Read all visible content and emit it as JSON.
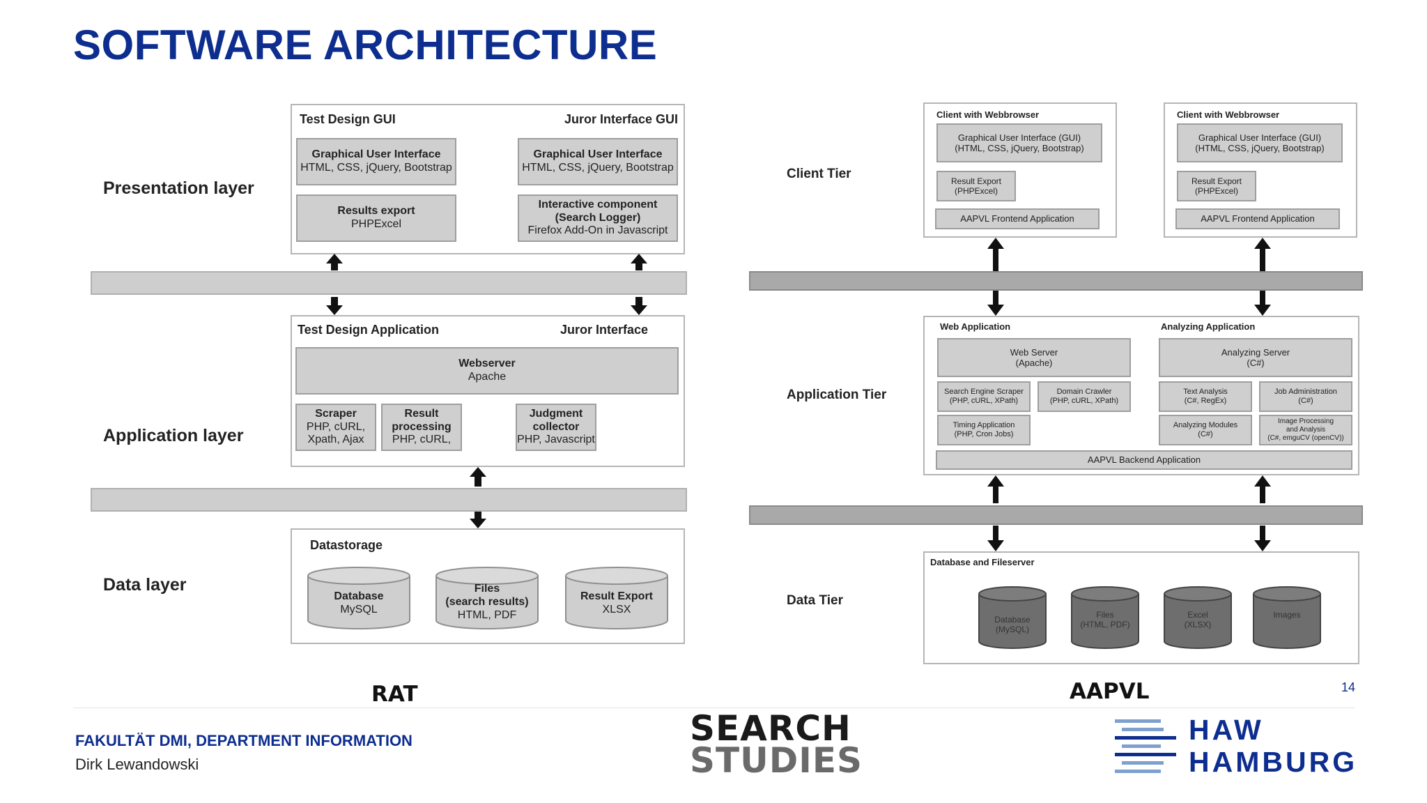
{
  "title": "SOFTWARE ARCHITECTURE",
  "rat": {
    "caption": "RAT",
    "layers": {
      "presentation": "Presentation layer",
      "application": "Application layer",
      "data": "Data layer"
    },
    "presentation": {
      "left_head": "Test Design GUI",
      "right_head": "Juror Interface GUI",
      "gui1": {
        "title": "Graphical User Interface",
        "sub": "HTML, CSS, jQuery, Bootstrap"
      },
      "gui2": {
        "title": "Graphical User Interface",
        "sub": "HTML, CSS, jQuery, Bootstrap"
      },
      "export": {
        "title": "Results export",
        "sub": "PHPExcel"
      },
      "interactive": {
        "title": "Interactive component",
        "title2": "(Search Logger)",
        "sub": "Firefox Add-On in Javascript"
      }
    },
    "application": {
      "left_head": "Test Design Application",
      "right_head": "Juror Interface",
      "webserver": {
        "title": "Webserver",
        "sub": "Apache"
      },
      "scraper": {
        "title": "Scraper",
        "sub1": "PHP, cURL,",
        "sub2": "Xpath, Ajax"
      },
      "result": {
        "title": "Result",
        "title2": "processing",
        "sub": "PHP, cURL,"
      },
      "judgment": {
        "title": "Judgment",
        "title2": "collector",
        "sub": "PHP, Javascript"
      }
    },
    "data": {
      "head": "Datastorage",
      "db": {
        "title": "Database",
        "sub": "MySQL"
      },
      "files": {
        "title": "Files",
        "title2": "(search results)",
        "sub": "HTML, PDF"
      },
      "export": {
        "title": "Result Export",
        "sub": "XLSX"
      }
    }
  },
  "aapvl": {
    "caption": "AAPVL",
    "tiers": {
      "client": "Client Tier",
      "application": "Application Tier",
      "data": "Data Tier"
    },
    "client": {
      "head": "Client with Webbrowser",
      "gui1": "Graphical User Interface (GUI)",
      "gui2": "(HTML, CSS, jQuery, Bootstrap)",
      "export1": "Result Export",
      "export2": "(PHPExcel)",
      "frontend": "AAPVL Frontend Application"
    },
    "application": {
      "web_head": "Web Application",
      "analyzing_head": "Analyzing Application",
      "webserver": {
        "l1": "Web Server",
        "l2": "(Apache)"
      },
      "analyzing_server": {
        "l1": "Analyzing Server",
        "l2": "(C#)"
      },
      "scraper": {
        "l1": "Search Engine Scraper",
        "l2": "(PHP, cURL, XPath)"
      },
      "crawler": {
        "l1": "Domain Crawler",
        "l2": "(PHP, cURL, XPath)"
      },
      "timing": {
        "l1": "Timing Application",
        "l2": "(PHP, Cron Jobs)"
      },
      "text": {
        "l1": "Text Analysis",
        "l2": "(C#, RegEx)"
      },
      "job": {
        "l1": "Job Administration",
        "l2": "(C#)"
      },
      "modules": {
        "l1": "Analyzing Modules",
        "l2": "(C#)"
      },
      "image": {
        "l1": "Image Processing",
        "l2": "and Analysis",
        "l3": "(C#, emguCV (openCV))"
      },
      "backend": "AAPVL Backend Application"
    },
    "data": {
      "head": "Database and Fileserver",
      "db": {
        "l1": "Database",
        "l2": "(MySQL)"
      },
      "files": {
        "l1": "Files",
        "l2": "(HTML, PDF)"
      },
      "excel": {
        "l1": "Excel",
        "l2": "(XLSX)"
      },
      "images": {
        "l1": "Images"
      }
    }
  },
  "footer": {
    "faculty": "FAKULTÄT DMI, DEPARTMENT INFORMATION",
    "author": "Dirk Lewandowski",
    "page": "14",
    "logo_search": "SEARCH",
    "logo_studies": "STUDIES",
    "logo_haw": "HAW",
    "logo_hamburg": "HAMBURG"
  },
  "colors": {
    "title_blue": "#0d2d8f",
    "box_grey": "#cfcfcf",
    "dark_cyl": "#6a6a6a"
  }
}
